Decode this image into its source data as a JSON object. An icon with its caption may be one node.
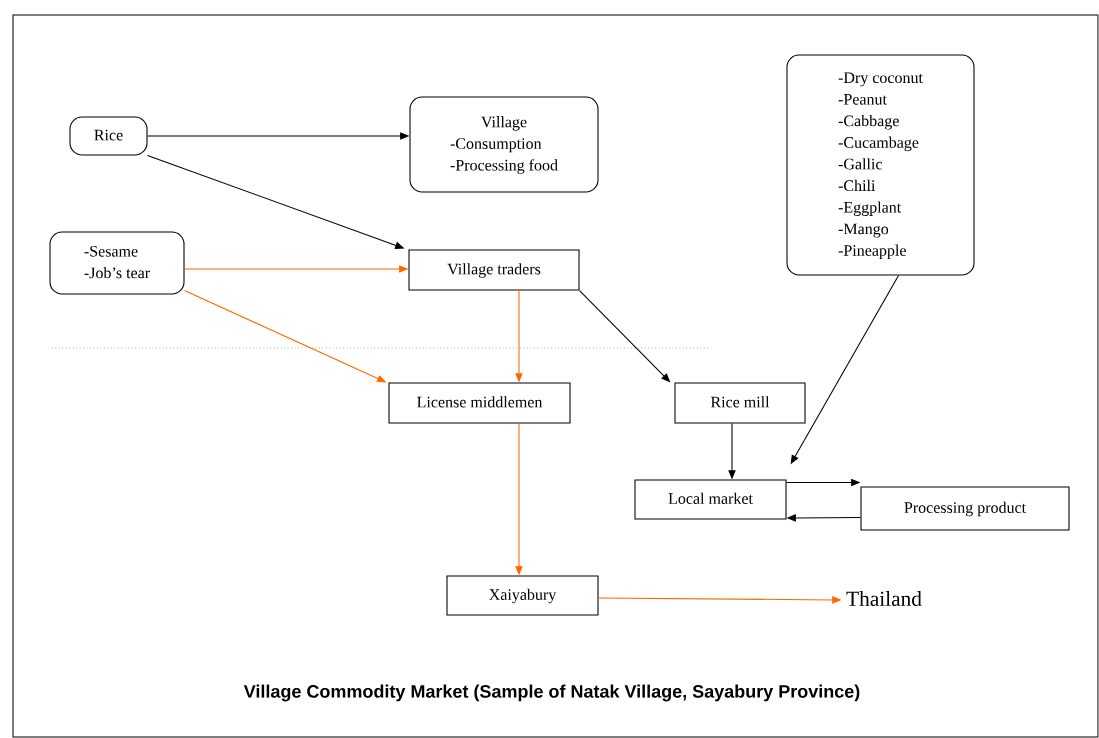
{
  "diagram": {
    "caption": "Village Commodity Market (Sample of Natak Village, Sayabury Province)",
    "nodes": [
      {
        "text": [
          "Rice"
        ]
      },
      {
        "text": [
          "Village",
          "-Consumption",
          "-Processing food"
        ]
      },
      {
        "text": [
          "-Sesame",
          "-Job’s tear"
        ]
      },
      {
        "text": [
          "Village traders"
        ]
      },
      {
        "text": [
          "-Dry coconut",
          "-Peanut",
          "-Cabbage",
          "-Cucambage",
          "-Gallic",
          "-Chili",
          "-Eggplant",
          "-Mango",
          "-Pineapple"
        ]
      },
      {
        "text": [
          "License middlemen"
        ]
      },
      {
        "text": [
          "Rice mill"
        ]
      },
      {
        "text": [
          "Local market"
        ]
      },
      {
        "text": [
          "Processing product"
        ]
      },
      {
        "text": [
          "Xaiyabury"
        ]
      },
      {
        "text": [
          "Thailand"
        ]
      }
    ],
    "edges": [
      {
        "from": 0,
        "to": 1,
        "arrow": "to"
      },
      {
        "from": 0,
        "to": 3,
        "arrow": "to"
      },
      {
        "from": 2,
        "to": 3,
        "arrow": "to",
        "color": "#ff6600"
      },
      {
        "from": 2,
        "to": 5,
        "arrow": "to",
        "color": "#ff6600"
      },
      {
        "from": 3,
        "to": 5,
        "arrow": "to",
        "color": "#ff6600"
      },
      {
        "from": 3,
        "to": 6,
        "arrow": "to"
      },
      {
        "from": 6,
        "to": 7,
        "arrow": "to"
      },
      {
        "from": 4,
        "to": 7,
        "arrow": "to"
      },
      {
        "from": 7,
        "to": 8,
        "arrow": "to"
      },
      {
        "from": 8,
        "to": 7,
        "arrow": "to"
      },
      {
        "from": 5,
        "to": 9,
        "arrow": "to",
        "color": "#ff6600"
      },
      {
        "from": 9,
        "to": 10,
        "arrow": "to",
        "color": "#ff6600"
      }
    ]
  }
}
